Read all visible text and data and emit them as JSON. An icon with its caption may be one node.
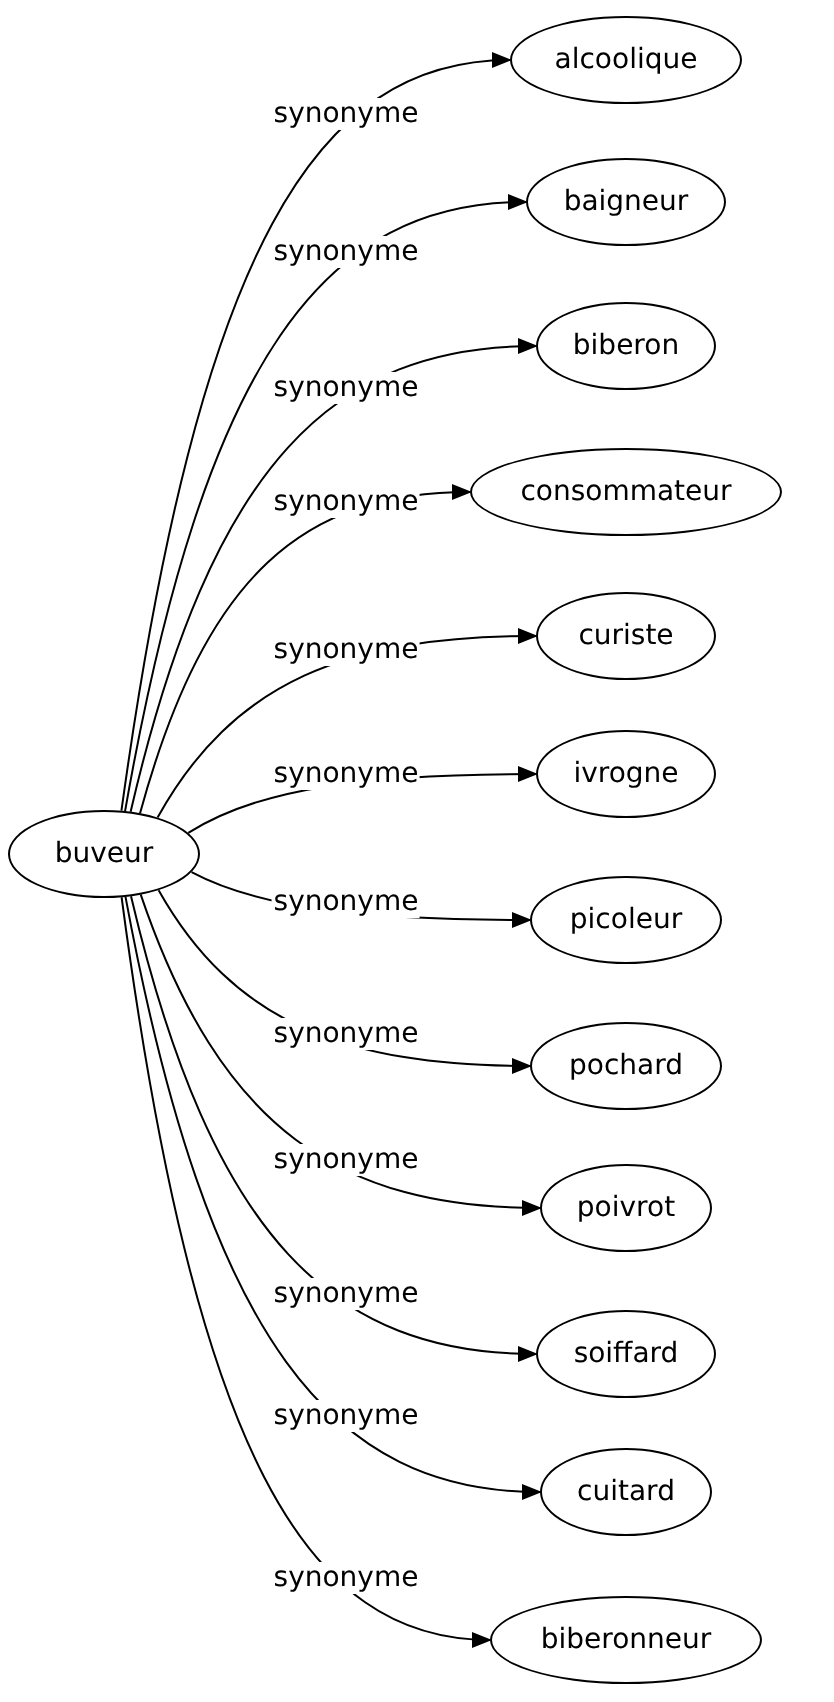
{
  "diagram": {
    "nodes": [
      {
        "text": [
          "buveur"
        ]
      },
      {
        "text": [
          "alcoolique"
        ]
      },
      {
        "text": [
          "baigneur"
        ]
      },
      {
        "text": [
          "biberon"
        ]
      },
      {
        "text": [
          "consommateur"
        ]
      },
      {
        "text": [
          "curiste"
        ]
      },
      {
        "text": [
          "ivrogne"
        ]
      },
      {
        "text": [
          "picoleur"
        ]
      },
      {
        "text": [
          "pochard"
        ]
      },
      {
        "text": [
          "poivrot"
        ]
      },
      {
        "text": [
          "soiffard"
        ]
      },
      {
        "text": [
          "cuitard"
        ]
      },
      {
        "text": [
          "biberonneur"
        ]
      }
    ],
    "edges": [
      {
        "from": 0,
        "to": 1,
        "arrow": "to",
        "label": "synonyme"
      },
      {
        "from": 0,
        "to": 2,
        "arrow": "to",
        "label": "synonyme"
      },
      {
        "from": 0,
        "to": 3,
        "arrow": "to",
        "label": "synonyme"
      },
      {
        "from": 0,
        "to": 4,
        "arrow": "to",
        "label": "synonyme"
      },
      {
        "from": 0,
        "to": 5,
        "arrow": "to",
        "label": "synonyme"
      },
      {
        "from": 0,
        "to": 6,
        "arrow": "to",
        "label": "synonyme"
      },
      {
        "from": 0,
        "to": 7,
        "arrow": "to",
        "label": "synonyme"
      },
      {
        "from": 0,
        "to": 8,
        "arrow": "to",
        "label": "synonyme"
      },
      {
        "from": 0,
        "to": 9,
        "arrow": "to",
        "label": "synonyme"
      },
      {
        "from": 0,
        "to": 10,
        "arrow": "to",
        "label": "synonyme"
      },
      {
        "from": 0,
        "to": 11,
        "arrow": "to",
        "label": "synonyme"
      },
      {
        "from": 0,
        "to": 12,
        "arrow": "to",
        "label": "synonyme"
      }
    ]
  }
}
